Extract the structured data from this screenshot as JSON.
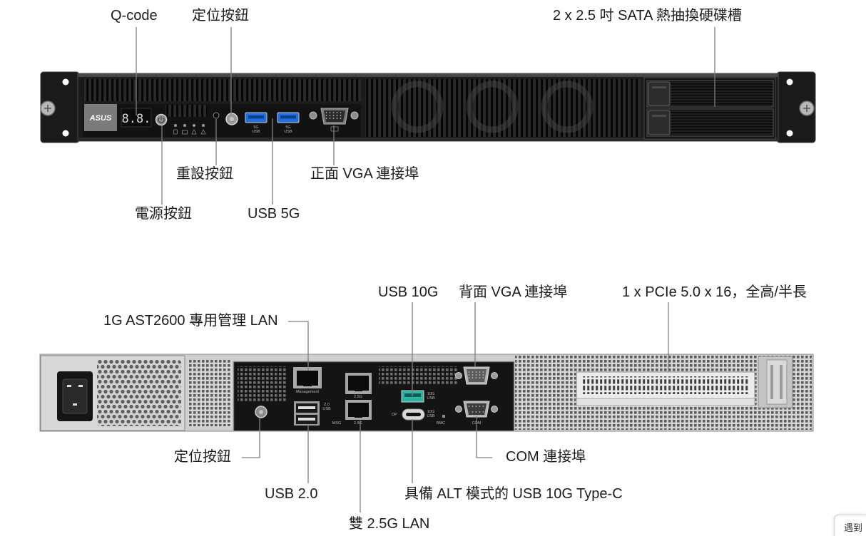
{
  "front_panel": {
    "callouts": {
      "qcode": "Q-code",
      "locator_button": "定位按鈕",
      "sata_bays": "2 x 2.5 吋 SATA 熱抽換硬碟槽",
      "reset_button": "重設按鈕",
      "front_vga": "正面 VGA 連接埠",
      "power_button": "電源按鈕",
      "usb_5g": "USB 5G"
    },
    "device_text": {
      "brand_logo": "ASUS",
      "qcode_display": "8.8.",
      "usb_port_1_speed": "5G",
      "usb_port_1_label": "USB",
      "usb_port_2_speed": "5G",
      "usb_port_2_label": "USB"
    }
  },
  "rear_panel": {
    "callouts": {
      "usb_10g": "USB 10G",
      "rear_vga": "背面 VGA 連接埠",
      "pcie_slot": "1 x PCIe 5.0 x 16，全高/半長",
      "management_lan": "1G AST2600 專用管理 LAN",
      "locator_button": "定位按鈕",
      "com_port": "COM 連接埠",
      "usb_2": "USB 2.0",
      "usb_c": "具備 ALT 模式的 USB 10G Type-C",
      "dual_lan": "雙 2.5G LAN"
    },
    "device_text": {
      "management_port": "Management",
      "lan_upper_speed": "2.5G",
      "usb2_version": "2.0",
      "usb2_label": "USB",
      "msg": "MSG",
      "lan_lower_speed": "2.5G",
      "usb10g_speed": "10G",
      "usb10g_label": "USB",
      "dp": "DP",
      "usbc_speed": "10G",
      "usbc_label": "USB",
      "bmc": "BMC",
      "com": "COM"
    }
  },
  "chat_widget": {
    "label": "遇到"
  },
  "colors": {
    "usb_5g_port": "#1f6fdc",
    "usb_10g_port": "#2bb3a3",
    "leader_line": "#7f7f7f"
  }
}
